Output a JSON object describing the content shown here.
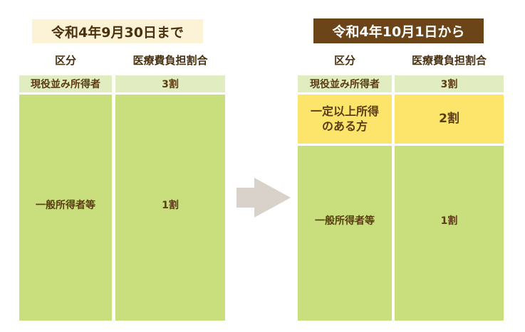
{
  "colors": {
    "before_title_bg": "#fcf3d6",
    "after_title_bg": "#6b4518",
    "light_row": "#e2ecc1",
    "green_row": "#c9df7d",
    "yellow_row": "#fde46a",
    "text": "#5a3d12",
    "arrow": "#d9d2cb"
  },
  "before": {
    "title": "令和4年9月30日まで",
    "headers": {
      "category": "区分",
      "ratio": "医療費負担割合"
    },
    "rows": [
      {
        "category": "現役並み所得者",
        "ratio": "3割"
      },
      {
        "category": "一般所得者等",
        "ratio": "1割"
      }
    ]
  },
  "arrow": {
    "icon": "right-arrow-icon"
  },
  "after": {
    "title": "令和4年10月1日から",
    "headers": {
      "category": "区分",
      "ratio": "医療費負担割合"
    },
    "rows": [
      {
        "category": "現役並み所得者",
        "ratio": "3割"
      },
      {
        "category": "一定以上所得\nのある方",
        "ratio": "2割"
      },
      {
        "category": "一般所得者等",
        "ratio": "1割"
      }
    ]
  }
}
